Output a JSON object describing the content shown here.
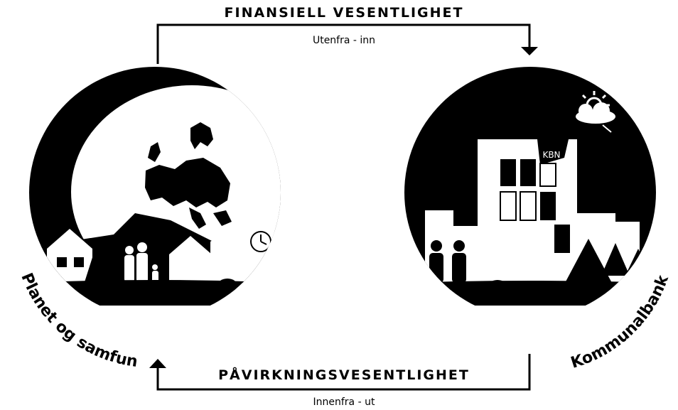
{
  "top_flow": {
    "title": "FINANSIELL VESENTLIGHET",
    "subtitle": "Utenfra - inn"
  },
  "bottom_flow": {
    "title": "PÅVIRKNINGSVESENTLIGHET",
    "subtitle": "Innenfra - ut"
  },
  "left_circle": {
    "label": "Planet og samfunn"
  },
  "right_circle": {
    "label": "Kommunalbanken",
    "building_sign": "KBN"
  },
  "colors": {
    "ink": "#000000",
    "paper": "#ffffff"
  }
}
